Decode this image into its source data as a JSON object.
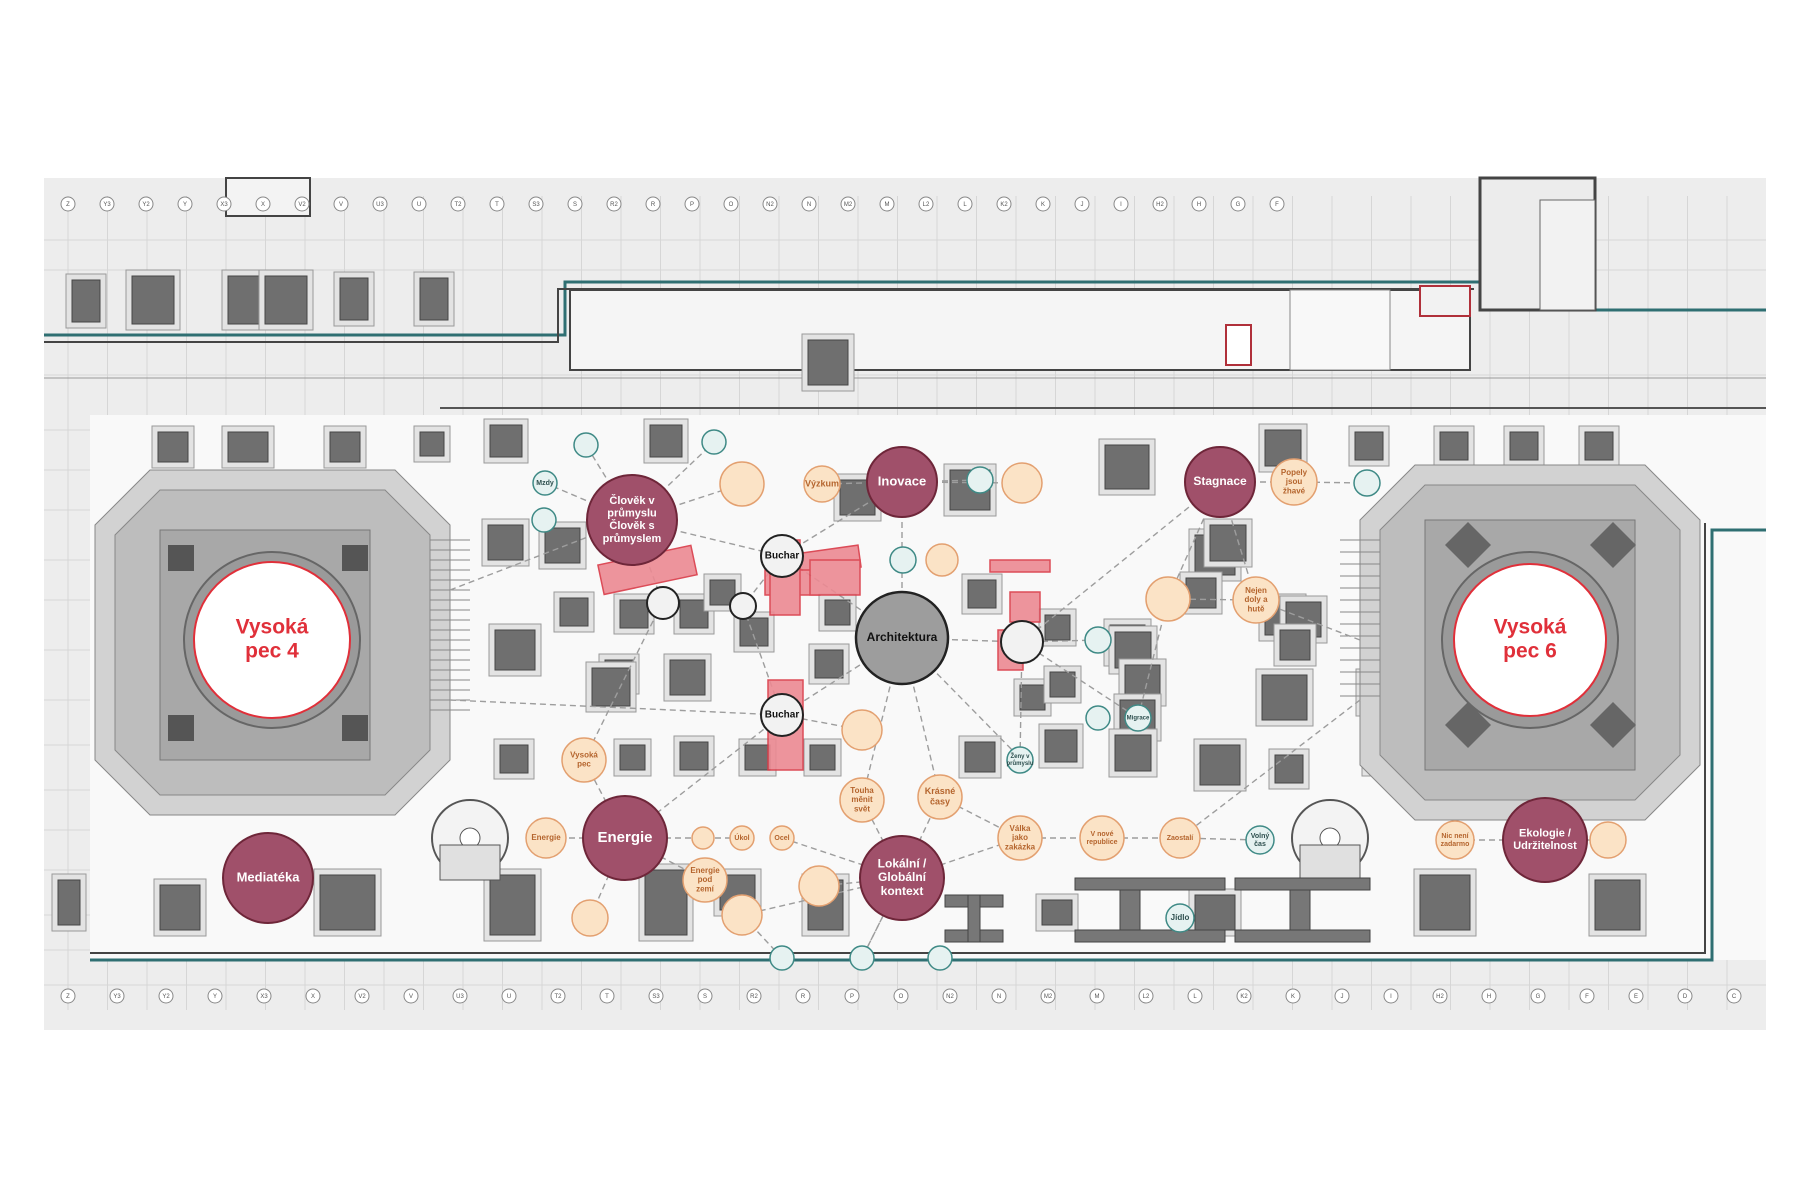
{
  "plan": {
    "grid_top": [
      "Z",
      "Y3",
      "Y2",
      "Y",
      "X3",
      "X",
      "V2",
      "V",
      "U3",
      "U",
      "T2",
      "T",
      "S3",
      "S",
      "R2",
      "R",
      "P",
      "O",
      "N2",
      "N",
      "M2",
      "M",
      "L2",
      "L",
      "K2",
      "K",
      "J",
      "I",
      "H2",
      "H",
      "G",
      "F"
    ],
    "grid_bottom": [
      "Z",
      "Y3",
      "Y2",
      "Y",
      "X3",
      "X",
      "V2",
      "V",
      "U3",
      "U",
      "T2",
      "T",
      "S3",
      "S",
      "R2",
      "R",
      "P",
      "O",
      "N2",
      "N",
      "M2",
      "M",
      "L2",
      "L",
      "K2",
      "K",
      "J",
      "I",
      "H2",
      "H",
      "G",
      "F",
      "E",
      "D",
      "C"
    ]
  },
  "nodes": {
    "vysoka_pec_4": [
      "Vysoká",
      "pec 4"
    ],
    "vysoka_pec_6": [
      "Vysoká",
      "pec 6"
    ],
    "clovek": [
      "Člověk v",
      "průmyslu",
      "Člověk s",
      "průmyslem"
    ],
    "inovace": [
      "Inovace"
    ],
    "stagnace": [
      "Stagnace"
    ],
    "architektura": [
      "Architektura"
    ],
    "energie_main": [
      "Energie"
    ],
    "lokalni": [
      "Lokální /",
      "Globální",
      "kontext"
    ],
    "ekologie": [
      "Ekologie /",
      "Udržitelnost"
    ],
    "mediateka": [
      "Mediatéka"
    ],
    "buchar_1": [
      "Buchar"
    ],
    "buchar_2": [
      "Buchar"
    ],
    "vyzkum": [
      "Výzkum"
    ],
    "popely": [
      "Popely",
      "jsou",
      "žhavé"
    ],
    "nejen_doly": [
      "Nejen",
      "doly a",
      "hutě"
    ],
    "vysoka_pec_small": [
      "Vysoká",
      "pec"
    ],
    "energie_small": [
      "Energie"
    ],
    "energie_pod_zemi": [
      "Energie",
      "pod",
      "zemí"
    ],
    "touha": [
      "Touha",
      "měnit",
      "svět"
    ],
    "krasne_casy": [
      "Krásné",
      "časy"
    ],
    "valka": [
      "Válka",
      "jako",
      "zakázka"
    ],
    "v_nove_republice": [
      "V nové",
      "republice"
    ],
    "zaostali": [
      "Zaostalí"
    ],
    "mzdy": [
      "Mzdy"
    ],
    "volny_cas": [
      "Volný",
      "čas"
    ],
    "jidlo": [
      "Jídlo"
    ],
    "ocel": [
      "Ocel"
    ],
    "ukol": [
      "Úkol"
    ],
    "nic_neni_zadarmo": [
      "Nic není",
      "zadarmo"
    ],
    "zeny_v_prumyslu": [
      "Ženy v",
      "průmyslu"
    ],
    "migrace": [
      "Migrace"
    ]
  },
  "colors": {
    "major": "#a0506a",
    "major_stroke": "#6e2639",
    "minor_fill": "#fbe3c6",
    "minor_stroke": "#e3a070",
    "teal": "#3f8a86",
    "accent_red": "#e0303a"
  }
}
